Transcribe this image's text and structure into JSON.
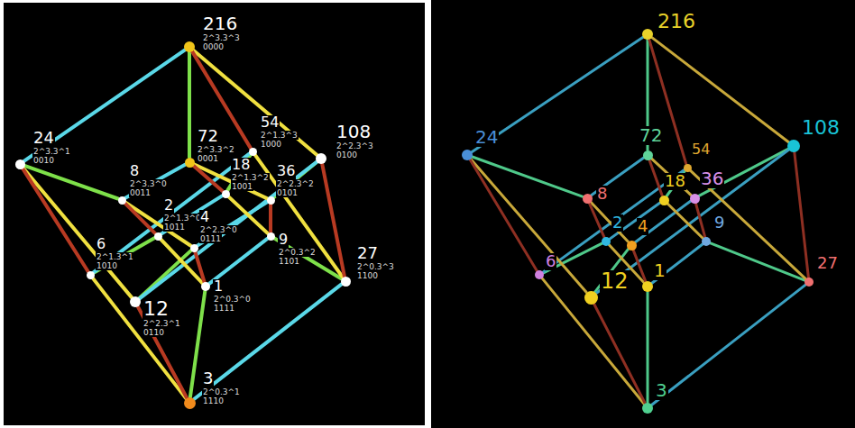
{
  "diagram": {
    "nodes": [
      {
        "text": [
          "216",
          "2^3.3^3",
          "0000"
        ]
      },
      {
        "text": [
          "24",
          "2^3.3^1",
          "0010"
        ]
      },
      {
        "text": [
          "108",
          "2^2.3^3",
          "0100"
        ]
      },
      {
        "text": [
          "72",
          "2^3.3^2",
          "0001"
        ]
      },
      {
        "text": [
          "54",
          "2^1.3^3",
          "1000"
        ]
      },
      {
        "text": [
          "8",
          "2^3.3^0",
          "0011"
        ]
      },
      {
        "text": [
          "18",
          "2^1.3^2",
          "1001"
        ]
      },
      {
        "text": [
          "36",
          "2^2.3^2",
          "0101"
        ]
      },
      {
        "text": [
          "9",
          "2^0.3^2",
          "1101"
        ]
      },
      {
        "text": [
          "2",
          "2^1.3^0",
          "1011"
        ]
      },
      {
        "text": [
          "4",
          "2^2.3^0",
          "0111"
        ]
      },
      {
        "text": [
          "6",
          "2^1.3^1",
          "1010"
        ]
      },
      {
        "text": [
          "1",
          "2^0.3^0",
          "1111"
        ]
      },
      {
        "text": [
          "27",
          "2^0.3^3",
          "1100"
        ]
      },
      {
        "text": [
          "12",
          "2^2.3^1",
          "0110"
        ]
      },
      {
        "text": [
          "3",
          "2^0.3^1",
          "1110"
        ]
      },
      {
        "text": [
          "216"
        ]
      },
      {
        "text": [
          "24"
        ]
      },
      {
        "text": [
          "108"
        ]
      },
      {
        "text": [
          "72"
        ]
      },
      {
        "text": [
          "54"
        ]
      },
      {
        "text": [
          "8"
        ]
      },
      {
        "text": [
          "18"
        ]
      },
      {
        "text": [
          "36"
        ]
      },
      {
        "text": [
          "9"
        ]
      },
      {
        "text": [
          "2"
        ]
      },
      {
        "text": [
          "4"
        ]
      },
      {
        "text": [
          "6"
        ]
      },
      {
        "text": [
          "1"
        ]
      },
      {
        "text": [
          "27"
        ]
      },
      {
        "text": [
          "12"
        ]
      },
      {
        "text": [
          "3"
        ]
      }
    ],
    "edges": [
      {
        "from": 0,
        "to": 3,
        "arrow": "none"
      },
      {
        "from": 1,
        "to": 5,
        "arrow": "none"
      },
      {
        "from": 2,
        "to": 7,
        "arrow": "none"
      },
      {
        "from": 14,
        "to": 10,
        "arrow": "none"
      },
      {
        "from": 4,
        "to": 6,
        "arrow": "none"
      },
      {
        "from": 11,
        "to": 9,
        "arrow": "none"
      },
      {
        "from": 13,
        "to": 8,
        "arrow": "none"
      },
      {
        "from": 15,
        "to": 12,
        "arrow": "none"
      },
      {
        "from": 0,
        "to": 1,
        "arrow": "none"
      },
      {
        "from": 3,
        "to": 5,
        "arrow": "none"
      },
      {
        "from": 2,
        "to": 14,
        "arrow": "none"
      },
      {
        "from": 7,
        "to": 10,
        "arrow": "none"
      },
      {
        "from": 4,
        "to": 11,
        "arrow": "none"
      },
      {
        "from": 6,
        "to": 9,
        "arrow": "none"
      },
      {
        "from": 13,
        "to": 15,
        "arrow": "none"
      },
      {
        "from": 8,
        "to": 12,
        "arrow": "none"
      },
      {
        "from": 0,
        "to": 2,
        "arrow": "none"
      },
      {
        "from": 3,
        "to": 7,
        "arrow": "none"
      },
      {
        "from": 1,
        "to": 14,
        "arrow": "none"
      },
      {
        "from": 5,
        "to": 10,
        "arrow": "none"
      },
      {
        "from": 4,
        "to": 13,
        "arrow": "none"
      },
      {
        "from": 6,
        "to": 8,
        "arrow": "none"
      },
      {
        "from": 11,
        "to": 15,
        "arrow": "none"
      },
      {
        "from": 9,
        "to": 12,
        "arrow": "none"
      },
      {
        "from": 0,
        "to": 4,
        "arrow": "none"
      },
      {
        "from": 3,
        "to": 6,
        "arrow": "none"
      },
      {
        "from": 1,
        "to": 11,
        "arrow": "none"
      },
      {
        "from": 5,
        "to": 9,
        "arrow": "none"
      },
      {
        "from": 2,
        "to": 13,
        "arrow": "none"
      },
      {
        "from": 7,
        "to": 8,
        "arrow": "none"
      },
      {
        "from": 14,
        "to": 15,
        "arrow": "none"
      },
      {
        "from": 10,
        "to": 12,
        "arrow": "none"
      },
      {
        "from": 16,
        "to": 19,
        "arrow": "none"
      },
      {
        "from": 17,
        "to": 21,
        "arrow": "none"
      },
      {
        "from": 18,
        "to": 23,
        "arrow": "none"
      },
      {
        "from": 30,
        "to": 26,
        "arrow": "none"
      },
      {
        "from": 20,
        "to": 22,
        "arrow": "none"
      },
      {
        "from": 27,
        "to": 25,
        "arrow": "none"
      },
      {
        "from": 29,
        "to": 24,
        "arrow": "none"
      },
      {
        "from": 31,
        "to": 28,
        "arrow": "none"
      },
      {
        "from": 16,
        "to": 17,
        "arrow": "none"
      },
      {
        "from": 19,
        "to": 21,
        "arrow": "none"
      },
      {
        "from": 18,
        "to": 30,
        "arrow": "none"
      },
      {
        "from": 23,
        "to": 26,
        "arrow": "none"
      },
      {
        "from": 20,
        "to": 27,
        "arrow": "none"
      },
      {
        "from": 22,
        "to": 25,
        "arrow": "none"
      },
      {
        "from": 29,
        "to": 31,
        "arrow": "none"
      },
      {
        "from": 24,
        "to": 28,
        "arrow": "none"
      },
      {
        "from": 16,
        "to": 18,
        "arrow": "none"
      },
      {
        "from": 19,
        "to": 23,
        "arrow": "none"
      },
      {
        "from": 17,
        "to": 30,
        "arrow": "none"
      },
      {
        "from": 21,
        "to": 26,
        "arrow": "none"
      },
      {
        "from": 20,
        "to": 29,
        "arrow": "none"
      },
      {
        "from": 22,
        "to": 24,
        "arrow": "none"
      },
      {
        "from": 27,
        "to": 31,
        "arrow": "none"
      },
      {
        "from": 25,
        "to": 28,
        "arrow": "none"
      },
      {
        "from": 16,
        "to": 20,
        "arrow": "none"
      },
      {
        "from": 19,
        "to": 22,
        "arrow": "none"
      },
      {
        "from": 17,
        "to": 27,
        "arrow": "none"
      },
      {
        "from": 21,
        "to": 25,
        "arrow": "none"
      },
      {
        "from": 18,
        "to": 29,
        "arrow": "none"
      },
      {
        "from": 23,
        "to": 24,
        "arrow": "none"
      },
      {
        "from": 30,
        "to": 31,
        "arrow": "none"
      },
      {
        "from": 26,
        "to": 28,
        "arrow": "none"
      }
    ]
  }
}
